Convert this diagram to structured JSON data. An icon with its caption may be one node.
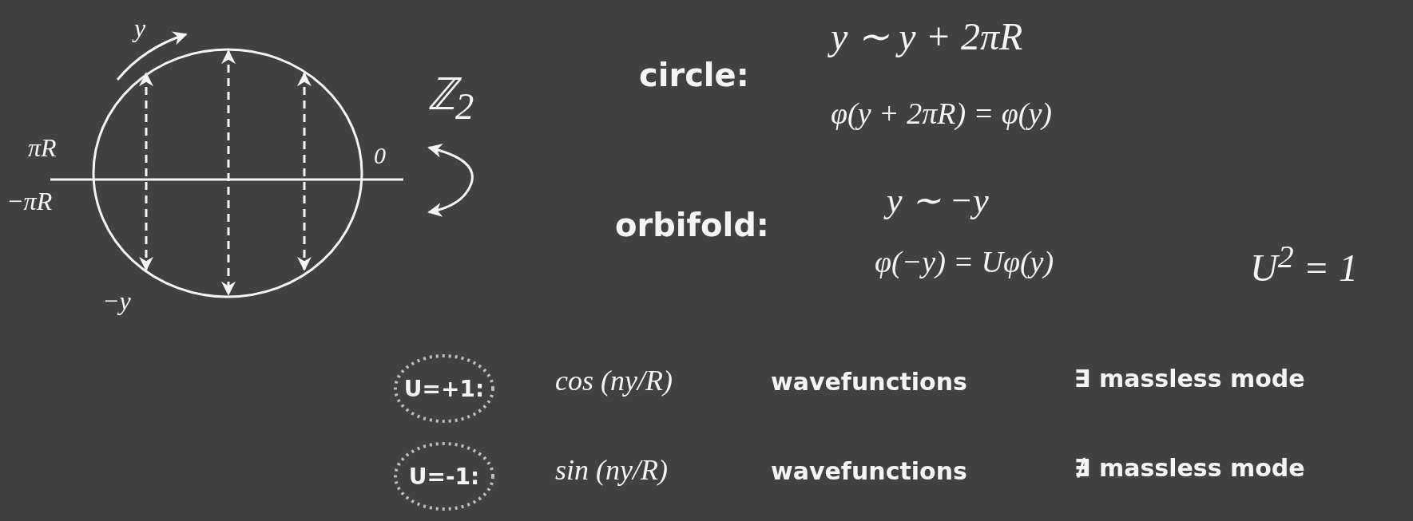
{
  "diagram": {
    "nodes": [
      {
        "text": [
          "U=+1:"
        ]
      },
      {
        "text": [
          "U=-1:"
        ]
      }
    ],
    "labels": [
      "y",
      "y ∼ y + 2πR",
      "circle:",
      "ℤ$_{2}$",
      "φ(y + 2πR) = φ(y)",
      "πR",
      "0",
      "−πR",
      "y ∼ −y",
      "orbifold:",
      "φ(−y) = Uφ(y)",
      "U$^{2}$ = 1",
      "−y",
      "cos (ny/R)",
      "wavefunctions",
      "∃ massless mode",
      "sin (ny/R)",
      "wavefunctions",
      "∄ massless mode"
    ]
  }
}
